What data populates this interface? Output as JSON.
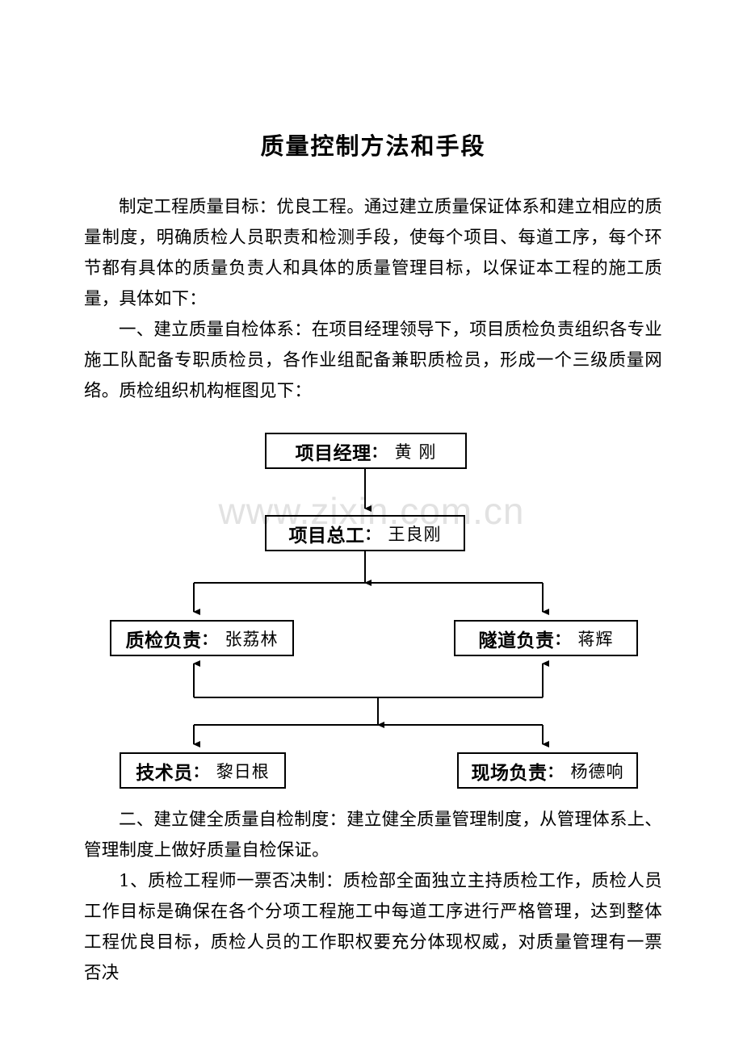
{
  "document": {
    "title": "质量控制方法和手段",
    "watermark": "www.zixin.com.cn",
    "paragraphs": [
      "制定工程质量目标：优良工程。通过建立质量保证体系和建立相应的质量制度，明确质检人员职责和检测手段，使每个项目、每道工序，每个环节都有具体的质量负责人和具体的质量管理目标，以保证本工程的施工质量，具体如下：",
      "一、建立质量自检体系：在项目经理领导下，项目质检负责组织各专业施工队配备专职质检员，各作业组配备兼职质检员，形成一个三级质量网络。质检组织机构框图见下：",
      "二、建立健全质量自检制度：建立健全质量管理制度，从管理体系上、管理制度上做好质量自检保证。",
      "1、质检工程师一票否决制：质检部全面独立主持质检工作，质检人员工作目标是确保在各个分项工程施工中每道工序进行严格管理，达到整体工程优良目标，质检人员的工作职权要充分体现权威，对质量管理有一票否决"
    ]
  },
  "org_chart": {
    "separator": "：",
    "nodes": [
      {
        "id": "project-manager",
        "role": "项目经理",
        "person": "黄 刚"
      },
      {
        "id": "chief-engineer",
        "role": "项目总工",
        "person": "王良刚"
      },
      {
        "id": "quality-inspector",
        "role": "质检负责",
        "person": "张荔林"
      },
      {
        "id": "tunnel-manager",
        "role": "隧道负责",
        "person": "蒋辉"
      },
      {
        "id": "technician",
        "role": "技术员",
        "person": "黎日根"
      },
      {
        "id": "site-manager",
        "role": "现场负责",
        "person": "杨德响"
      }
    ]
  }
}
